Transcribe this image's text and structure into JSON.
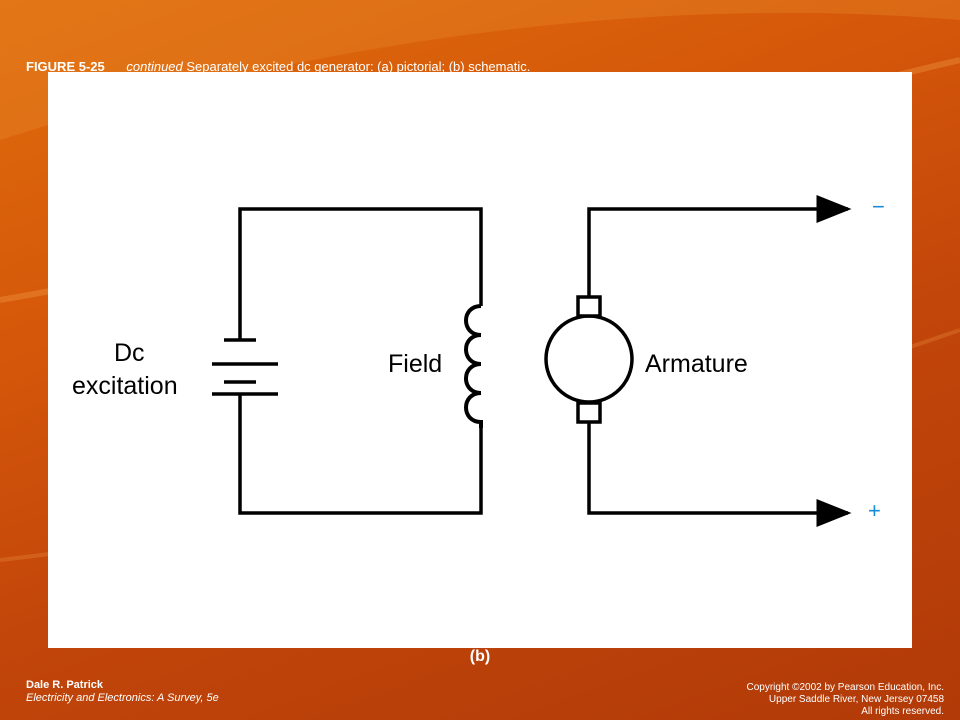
{
  "caption": {
    "figure_number": "FIGURE 5-25",
    "text_italic": "continued",
    "text": "Separately excited dc generator: (a) pictorial; (b) schematic."
  },
  "diagram": {
    "dc_source_label_line1": "Dc",
    "dc_source_label_line2": "excitation",
    "field_label": "Field",
    "armature_label": "Armature",
    "negative_terminal": "−",
    "positive_terminal": "+",
    "wire_color": "#000000",
    "terminal_color": "#1a8bd8"
  },
  "sublabel": "(b)",
  "footer": {
    "author": "Dale R. Patrick",
    "book": "Electricity and Electronics: A Survey, 5e",
    "copyright": "Copyright ©2002 by Pearson Education, Inc.",
    "address": "Upper Saddle River, New Jersey 07458",
    "rights": "All rights reserved."
  }
}
